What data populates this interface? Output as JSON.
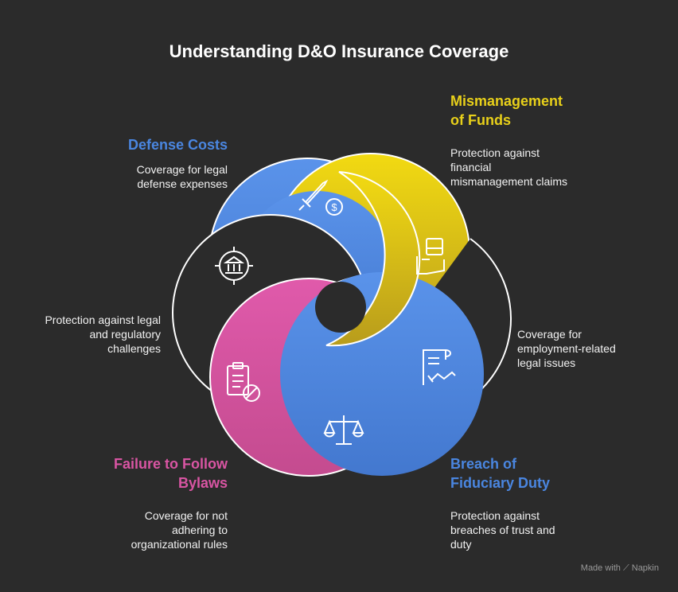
{
  "title": "Understanding D&O Insurance Coverage",
  "colors": {
    "background": "#2b2b2b",
    "blue": "#4a86e0",
    "yellow": "#e8d01a",
    "pink": "#d955a3",
    "dark": "#2b2b2b",
    "outline": "#ffffff"
  },
  "sections": {
    "defense_costs": {
      "heading": "Defense Costs",
      "description": "Coverage for legal\ndefense expenses",
      "icon": "sword-coin-icon"
    },
    "mismanagement": {
      "heading": "Mismanagement\nof Funds",
      "description": "Protection against\nfinancial\nmismanagement claims",
      "icon": "hand-money-icon"
    },
    "regulatory": {
      "heading": "",
      "description": "Protection against legal\nand regulatory\nchallenges",
      "icon": "bank-target-icon"
    },
    "employment": {
      "heading": "",
      "description": "Coverage for\nemployment-related\nlegal issues",
      "icon": "contract-handshake-icon"
    },
    "bylaws": {
      "heading": "Failure to Follow\nBylaws",
      "description": "Coverage for not\nadhering to\norganizational rules",
      "icon": "clipboard-prohibited-icon"
    },
    "fiduciary": {
      "heading": "Breach of\nFiduciary Duty",
      "description": "Protection against\nbreaches of trust and\nduty",
      "icon": "scales-icon"
    }
  },
  "footer": {
    "made_with": "Made with",
    "brand": "Napkin"
  }
}
